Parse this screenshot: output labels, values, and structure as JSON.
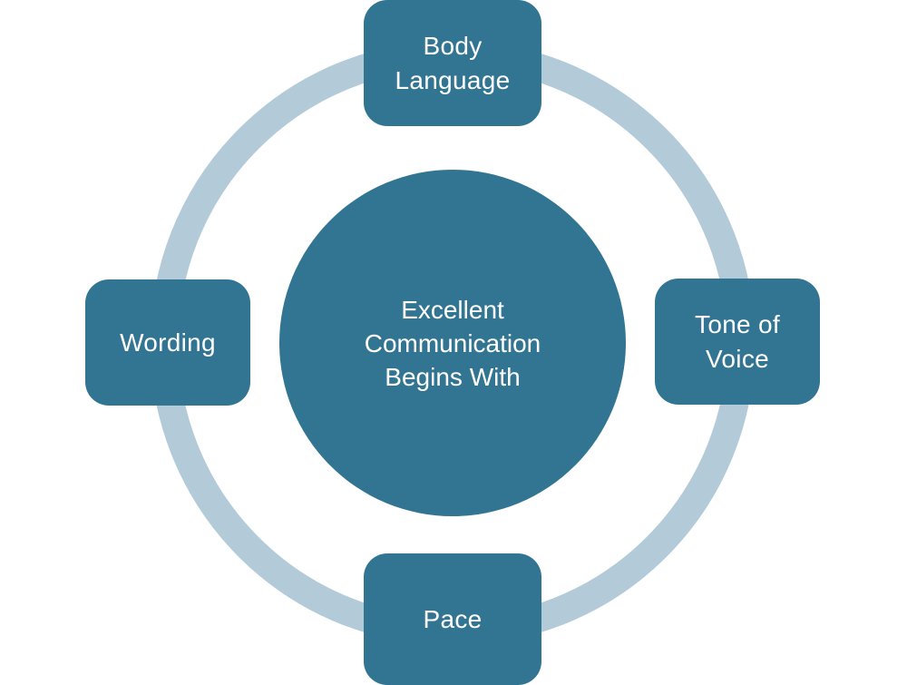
{
  "diagram": {
    "type": "cycle",
    "colors": {
      "node_fill": "#327592",
      "ring": "#b3cbd9",
      "text": "#ffffff",
      "background": "#ffffff"
    },
    "center": {
      "lines": [
        "Excellent",
        "Communication",
        "Begins With"
      ]
    },
    "nodes": [
      {
        "id": "top",
        "lines": [
          "Body",
          "Language"
        ]
      },
      {
        "id": "right",
        "lines": [
          "Tone of",
          "Voice"
        ]
      },
      {
        "id": "bottom",
        "lines": [
          "Pace"
        ]
      },
      {
        "id": "left",
        "lines": [
          "Wording"
        ]
      }
    ]
  }
}
